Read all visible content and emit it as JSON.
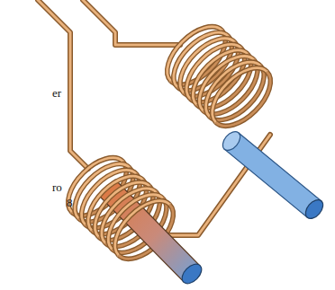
{
  "diagram": {
    "labels": [
      "er",
      "ro",
      "8"
    ]
  }
}
